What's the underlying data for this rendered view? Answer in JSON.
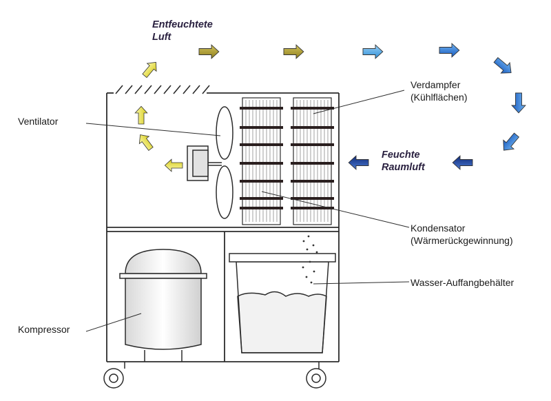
{
  "labels": {
    "dehumidified_air": [
      "Entfeuchtete",
      "Luft"
    ],
    "humid_room_air": [
      "Feuchte",
      "Raumluft"
    ],
    "fan": "Ventilator",
    "evaporator": [
      "Verdampfer",
      "(Kühlflächen)"
    ],
    "condenser": [
      "Kondensator",
      "(Wärmerückgewinnung)"
    ],
    "water_tank": "Wasser-Auffangbehälter",
    "compressor": "Kompressor"
  },
  "colors": {
    "outline": "#2b2b2b",
    "fin_dark": "#2a1f1f",
    "arrow_warm_yellow": "#e8e040",
    "arrow_olive": "#a99a2a",
    "arrow_light_blue": "#4aa8e8",
    "arrow_blue": "#2a7fd8",
    "arrow_navy": "#1f3f9a",
    "water_fill": "#f2f2f2"
  },
  "icons": {
    "airflow": "arrow-icon",
    "wheels": "wheel-icon"
  }
}
